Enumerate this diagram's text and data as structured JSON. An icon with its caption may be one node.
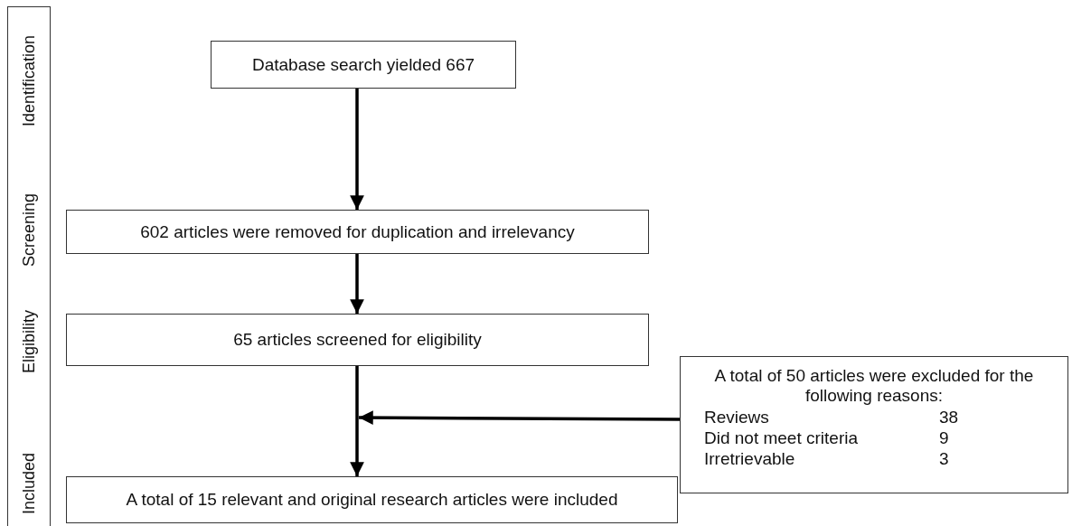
{
  "diagram": {
    "nodes": [
      {
        "text": [
          "Database search yielded 667"
        ]
      },
      {
        "text": [
          "602 articles were removed for duplication and irrelevancy"
        ]
      },
      {
        "text": [
          "65 articles screened for eligibility"
        ]
      },
      {
        "text": [
          "A total of 15 relevant and original research articles were included"
        ]
      },
      {
        "text": [
          "A total of 50 articles were excluded for the following reasons:",
          "Reviews",
          "38",
          "Did not meet criteria",
          "9",
          "Irretrievable",
          "3"
        ]
      }
    ],
    "edges": [
      {
        "from": 0,
        "to": 1,
        "arrow": "to"
      },
      {
        "from": 1,
        "to": 2,
        "arrow": "to"
      },
      {
        "from": 2,
        "to": 3,
        "arrow": "to"
      },
      {
        "from": 4,
        "to": null,
        "arrow": "to"
      }
    ],
    "labels": [
      "Identification",
      "Screening",
      "Eligibility",
      "Included"
    ]
  }
}
